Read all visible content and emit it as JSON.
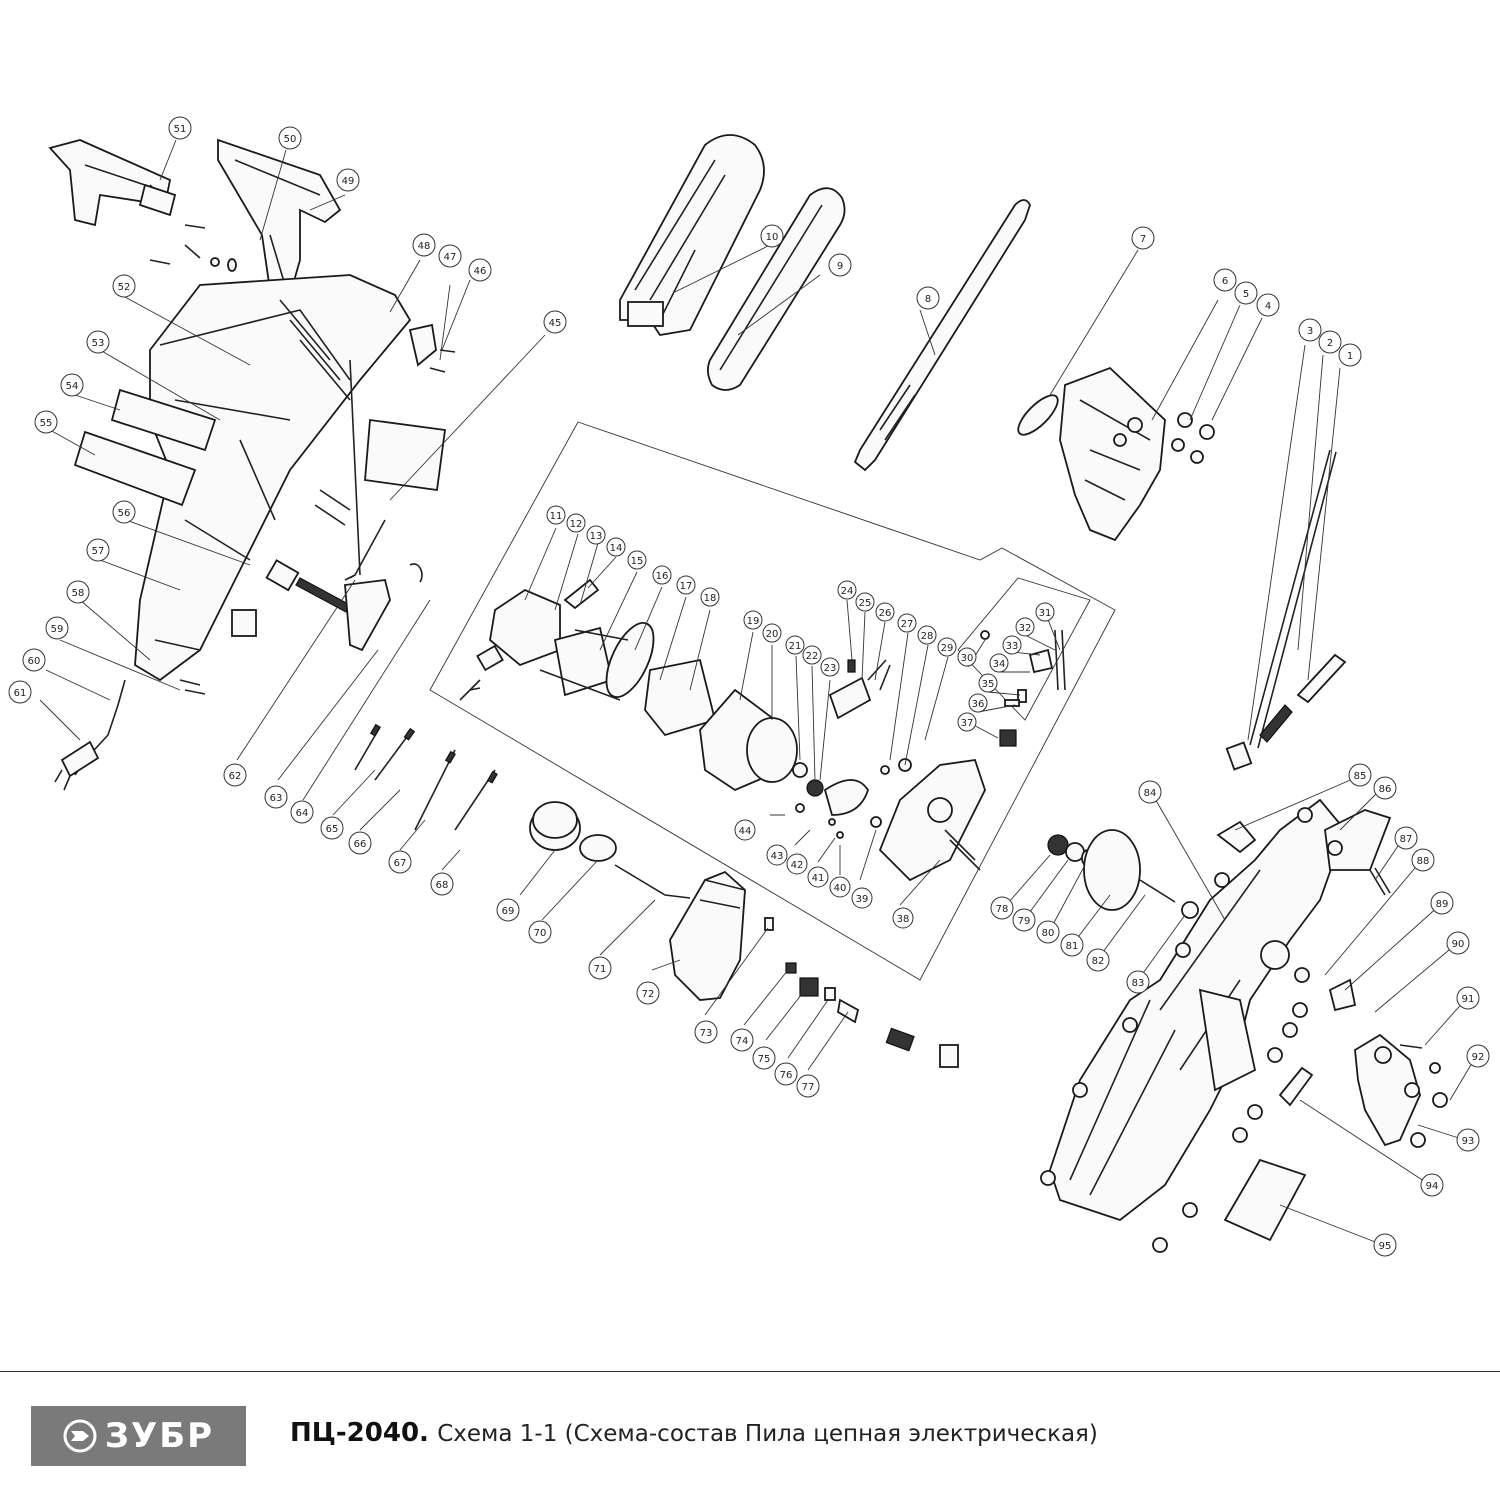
{
  "brand": {
    "logo_text": "ЗУБР"
  },
  "title": {
    "model": "ПЦ-2040.",
    "caption": "Схема 1-1 (Схема-состав Пила цепная электрическая)"
  },
  "diagram": {
    "callout_numbers": [
      "1",
      "2",
      "3",
      "4",
      "5",
      "6",
      "7",
      "8",
      "9",
      "10",
      "11",
      "12",
      "13",
      "14",
      "15",
      "16",
      "17",
      "18",
      "19",
      "20",
      "21",
      "22",
      "23",
      "24",
      "25",
      "26",
      "27",
      "28",
      "29",
      "30",
      "31",
      "32",
      "33",
      "34",
      "35",
      "36",
      "37",
      "38",
      "39",
      "40",
      "41",
      "42",
      "43",
      "44",
      "45",
      "46",
      "47",
      "48",
      "49",
      "50",
      "51",
      "52",
      "53",
      "54",
      "55",
      "56",
      "57",
      "58",
      "59",
      "60",
      "61",
      "62",
      "63",
      "64",
      "65",
      "66",
      "67",
      "68",
      "69",
      "70",
      "71",
      "72",
      "73",
      "74",
      "75",
      "76",
      "77",
      "78",
      "79",
      "80",
      "81",
      "82",
      "83",
      "84",
      "85",
      "86",
      "87",
      "88",
      "89",
      "90",
      "91",
      "92",
      "93",
      "94",
      "95"
    ]
  }
}
